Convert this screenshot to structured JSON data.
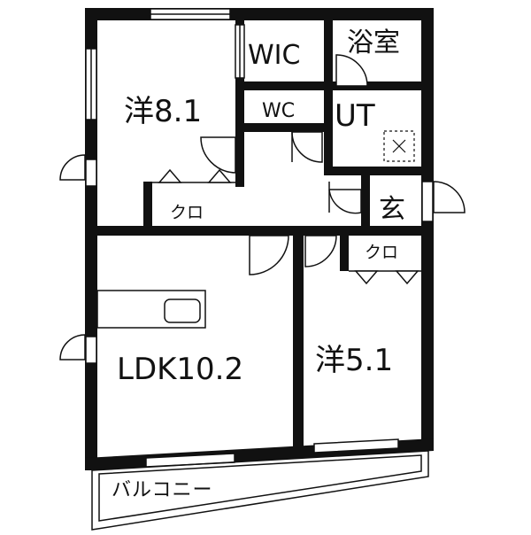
{
  "rooms": {
    "western_1": "洋8.1",
    "walk_in_closet": "WIC",
    "bathroom": "浴室",
    "toilet": "WC",
    "utility": "UT",
    "closet_1": "クロ",
    "entrance": "玄",
    "closet_2": "クロ",
    "ldk": "LDK10.2",
    "western_2": "洋5.1",
    "balcony": "バルコニー"
  },
  "colors": {
    "wall": "#111111",
    "line": "#222222",
    "background": "#ffffff"
  }
}
